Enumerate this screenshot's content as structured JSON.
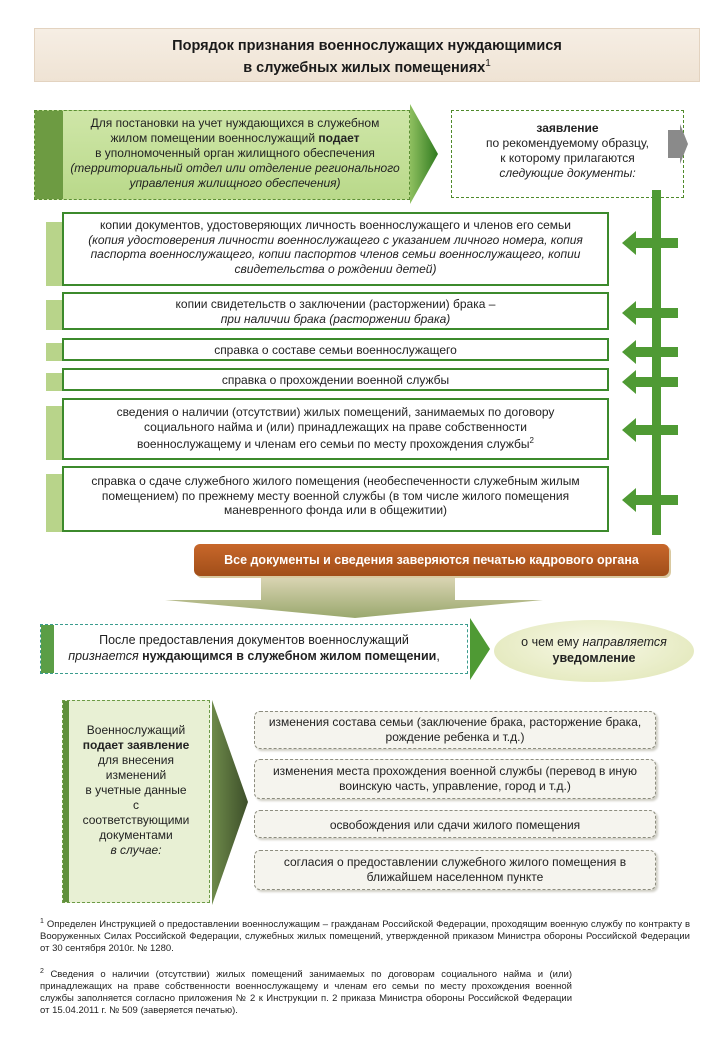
{
  "title": {
    "line1": "Порядок признания военнослужащих нуждающимися",
    "line2": "в служебных жилых помещениях",
    "sup": "1"
  },
  "step1": {
    "line1": "Для постановки на учет нуждающихся в служебном",
    "line2a": "жилом помещении военнослужащий ",
    "line2b": "подает",
    "line3": "в уполномоченный орган жилищного обеспечения",
    "line4": "(территориальный отдел или отделение регионального",
    "line5": "управления жилищного обеспечения)"
  },
  "statement": {
    "line1": "заявление",
    "line2": "по рекомендуемому образцу,",
    "line3": "к которому прилагаются",
    "line4": "следующие документы:"
  },
  "documents": [
    {
      "main": "копии документов, удостоверяющих личность военнослужащего и членов его семьи",
      "note": "(копия удостоверения личности военнослужащего с указанием личного номера, копия паспорта военнослужащего, копии паспортов членов семьи военнослужащего, копии свидетельства о рождении детей)"
    },
    {
      "main": "копии свидетельств о заключении (расторжении) брака –",
      "note": "при наличии брака (расторжении брака)"
    },
    {
      "main": "справка о составе семьи военнослужащего",
      "note": ""
    },
    {
      "main": "справка о прохождении военной службы",
      "note": ""
    },
    {
      "main": "сведения о наличии (отсутствии) жилых помещений, занимаемых по договору социального найма и (или) принадлежащих на праве собственности военнослужащему и членам его семьи по месту прохождения службы",
      "sup": "2",
      "note": ""
    },
    {
      "main": "справка о сдаче служебного жилого помещения (необеспеченности служебным жилым помещением) по прежнему месту военной службы (в том числе жилого помещения маневренного фонда или в общежитии)",
      "note": ""
    }
  ],
  "seal_note": "Все документы и сведения заверяются печатью кадрового органа",
  "recognized": {
    "line1": "После предоставления документов военнослужащий",
    "line2a": "признается",
    "line2b": " нуждающимся в служебном жилом помещении",
    "line2c": ","
  },
  "notification": {
    "line1a": "о чем ему ",
    "line1b": "направляется",
    "line2": "уведомление"
  },
  "changes": {
    "l1": "Военнослужащий",
    "l2": "подает заявление",
    "l3": "для внесения",
    "l4": "изменений",
    "l5": "в учетные данные",
    "l6": "с",
    "l7": "соответствующими",
    "l8": "документами",
    "l9": "в случае:"
  },
  "cases": [
    "изменения состава семьи (заключение брака, расторжение брака, рождение ребенка и т.д.)",
    "изменения места прохождения военной службы (перевод в иную воинскую часть, управление, город и т.д.)",
    "освобождения или сдачи жилого помещения",
    "согласия о предоставлении служебного жилого помещения в ближайшем населенном пункте"
  ],
  "footnotes": {
    "f1_mark": "1",
    "f1": "Определен Инструкцией о предоставлении военнослужащим – гражданам Российской Федерации, проходящим военную службу по контракту в Вооруженных Силах Российской Федерации, служебных жилых помещений, утвержденной приказом Министра обороны Российской Федерации от 30 сентября 2010г. № 1280.",
    "f2_mark": "2",
    "f2": "Сведения  о наличии (отсутствии) жилых помещений занимаемых по договорам социального найма и (или) принадлежащих на праве собственности военнослужащему и членам его семьи по месту прохождения военной службы заполняется согласно приложения № 2 к Инструкции п. 2 приказа Министра обороны Российской Федерации от 15.04.2011 г. № 509 (заверяется печатью)."
  },
  "colors": {
    "green": "#4f9a34",
    "orange": "#b85a22",
    "teal": "#3b9c8e"
  }
}
